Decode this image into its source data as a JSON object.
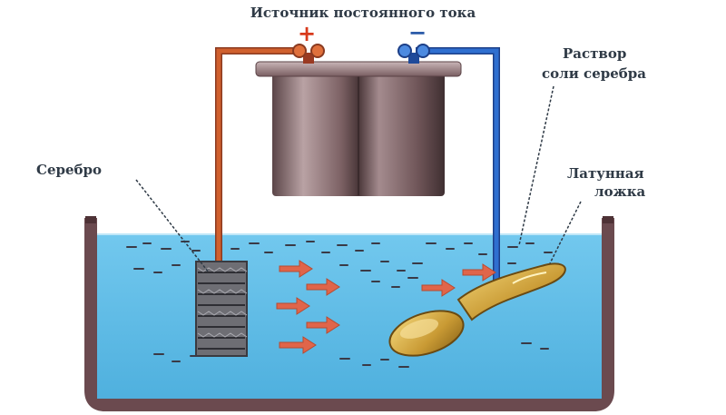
{
  "title": "Источник постоянного тока",
  "labels": {
    "silver": "Серебро",
    "solution_line1": "Раствор",
    "solution_line2": "соли серебра",
    "spoon_line1": "Латунная",
    "spoon_line2": "ложка"
  },
  "terminals": {
    "plus": "+",
    "minus": "−"
  },
  "colors": {
    "positive_wire": "#d0602e",
    "negative_wire": "#2f6fd0",
    "solution": "#6cc3ea",
    "tank_wall": "#6b4a4f",
    "battery_body": "#8a6a6e",
    "spoon": "#d8b04a",
    "arrow": "#e0654a",
    "particle": "#3a3a46",
    "text": "#2f3a46"
  }
}
